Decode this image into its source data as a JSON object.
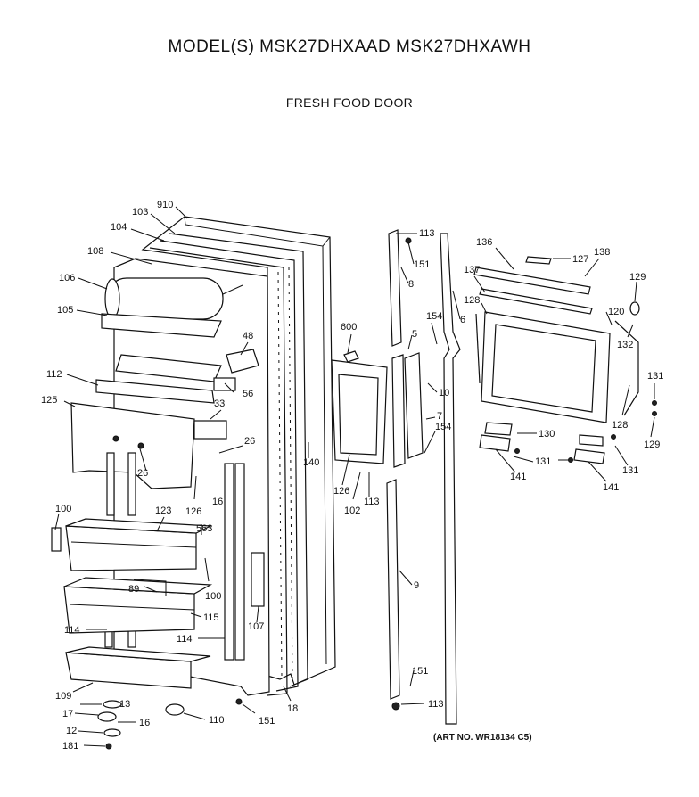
{
  "header": {
    "model_title": "MODEL(S) MSK27DHXAAD  MSK27DHXAWH",
    "section_title": "FRESH FOOD DOOR"
  },
  "footer": {
    "art_number": "(ART NO. WR18134 C5)"
  },
  "callouts": {
    "p910": "910",
    "p103": "103",
    "p104": "104",
    "p108": "108",
    "p106": "106",
    "p105": "105",
    "p48": "48",
    "p112": "112",
    "p56": "56",
    "p125": "125",
    "p33": "33",
    "p26a": "26",
    "p26b": "26",
    "p126a": "126",
    "p16a": "16",
    "p563": "563",
    "p100a": "100",
    "p123": "123",
    "p89": "89",
    "p100b": "100",
    "p115": "115",
    "p114a": "114",
    "p114b": "114",
    "p107": "107",
    "p109": "109",
    "p13": "13",
    "p17": "17",
    "p16b": "16",
    "p110": "110",
    "p12": "12",
    "p181": "181",
    "p151a": "151",
    "p18": "18",
    "p600": "600",
    "p140": "140",
    "p126b": "126",
    "p102": "102",
    "p113a": "113",
    "p113b": "113",
    "p151b": "151",
    "p8": "8",
    "p5": "5",
    "p6": "6",
    "p154a": "154",
    "p10": "10",
    "p7": "7",
    "p154b": "154",
    "p9": "9",
    "p151c": "151",
    "p113c": "113",
    "p136": "136",
    "p127": "127",
    "p138": "138",
    "p137": "137",
    "p129a": "129",
    "p128a": "128",
    "p120": "120",
    "p132": "132",
    "p131a": "131",
    "p128b": "128",
    "p129b": "129",
    "p130": "130",
    "p131b": "131",
    "p131c": "131",
    "p141a": "141",
    "p141b": "141"
  }
}
